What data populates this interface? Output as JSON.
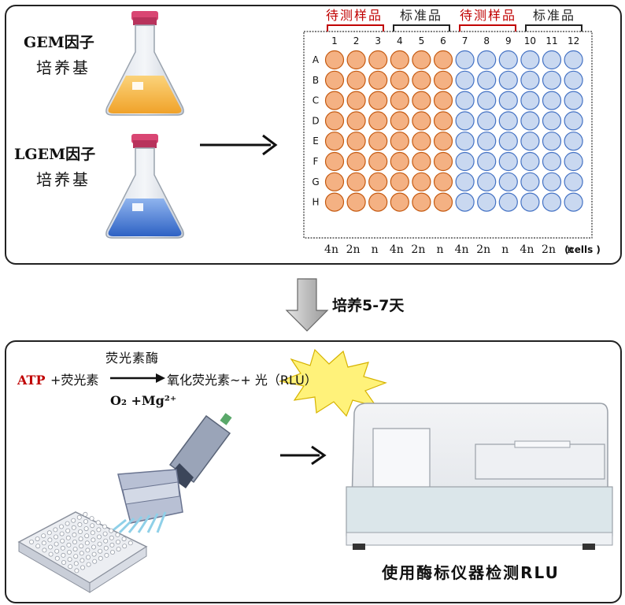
{
  "medium_gem": {
    "name": "GEM因子",
    "sub": "培养基"
  },
  "medium_lgem": {
    "name": "LGEM因子",
    "sub": "培养基"
  },
  "plate": {
    "groups": [
      "待测样品",
      "标准品",
      "待测样品",
      "标准品"
    ],
    "columns": [
      "1",
      "2",
      "3",
      "4",
      "5",
      "6",
      "7",
      "8",
      "9",
      "10",
      "11",
      "12"
    ],
    "rows": [
      "A",
      "B",
      "C",
      "D",
      "E",
      "F",
      "G",
      "H"
    ],
    "densities": [
      "4n",
      "2n",
      "n",
      "4n",
      "2n",
      "n",
      "4n",
      "2n",
      "n",
      "4n",
      "2n",
      "n"
    ],
    "cells_unit": "(cells )",
    "colors": {
      "sample_label": "#c00000",
      "standard_label": "#222222",
      "orange_fill": "#f4b183",
      "orange_stroke": "#c55a11",
      "blue_fill": "#c9d8f0",
      "blue_stroke": "#4472c4"
    }
  },
  "step": {
    "label": "培养5-7天"
  },
  "reaction": {
    "atp": "ATP",
    "reactant": "+荧光素",
    "enzyme": "荧光素酶",
    "product": "氧化荧光素~+ 光（RLU）",
    "cofactors": "O₂ +Mg²⁺"
  },
  "detection": {
    "caption": "使用酶标仪器检测RLU"
  }
}
